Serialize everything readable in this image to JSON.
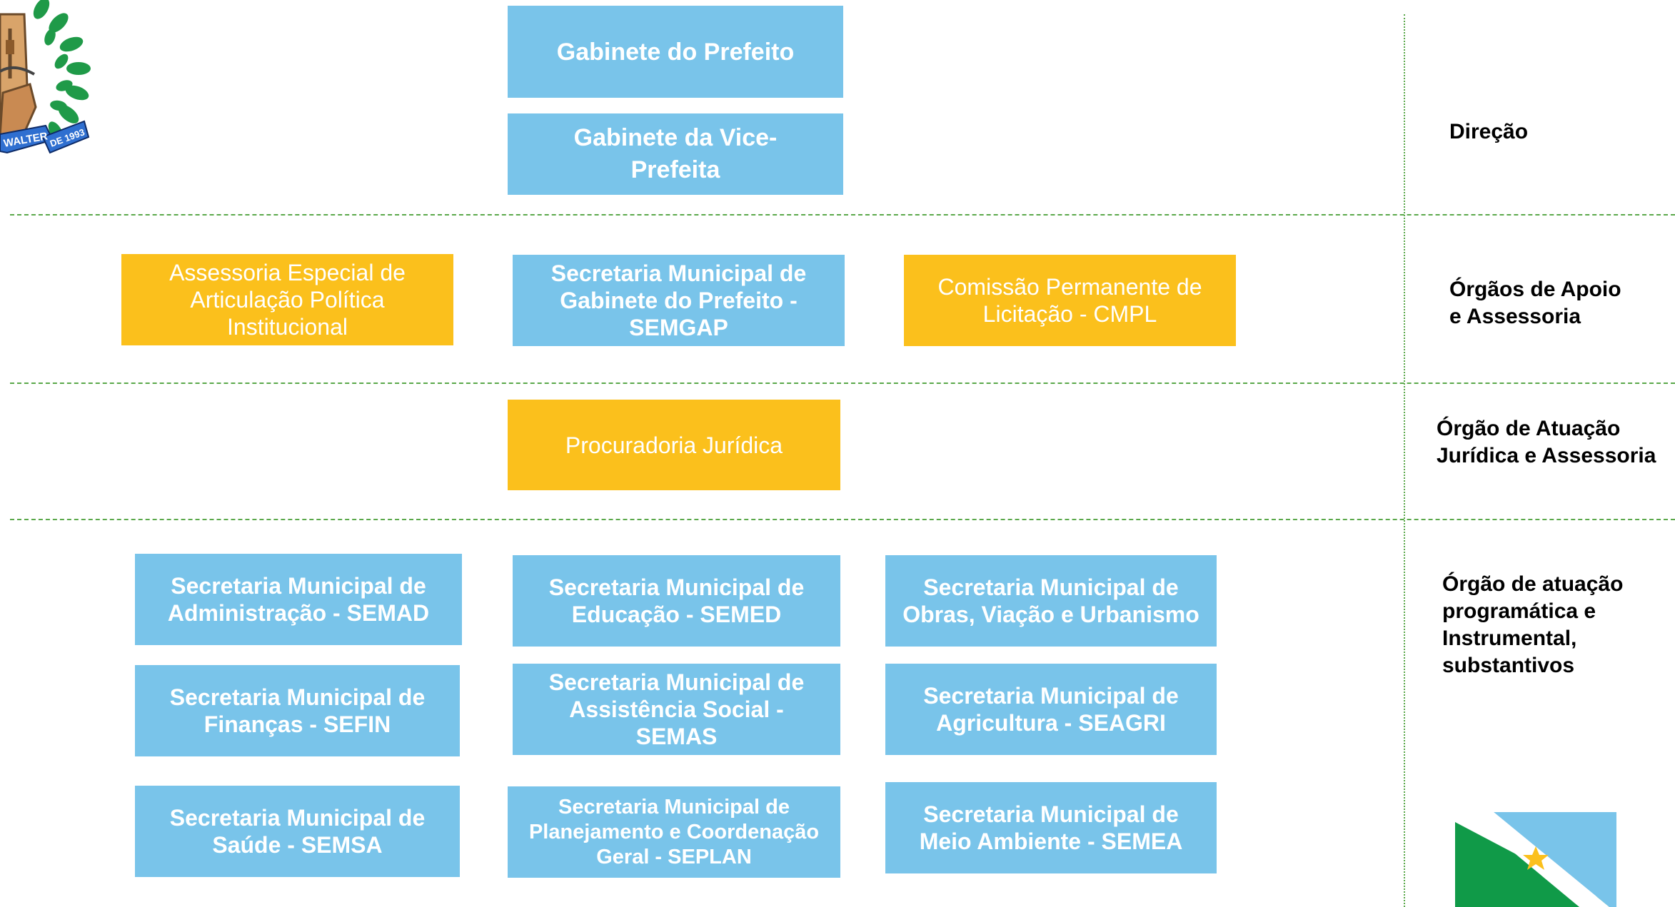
{
  "diretoria": {
    "gabinete_prefeito": "Gabinete do Prefeito",
    "gabinete_vice": "Gabinete da Vice-\nPrefeita"
  },
  "apoio": {
    "assessoria_especial": "Assessoria Especial de\nArticulação Política\nInstitucional",
    "semgap": "Secretaria Municipal de\nGabinete do Prefeito -\nSEMGAP",
    "cmpl": "Comissão Permanente de\nLicitação - CMPL"
  },
  "juridico": {
    "procuradoria": "Procuradoria Jurídica"
  },
  "secretarias": {
    "semad": "Secretaria Municipal de\nAdministração - SEMAD",
    "semed": "Secretaria Municipal de\nEducação - SEMED",
    "obras": "Secretaria Municipal de\nObras, Viação e Urbanismo",
    "sefin": "Secretaria Municipal de\nFinanças - SEFIN",
    "semas": "Secretaria Municipal de\nAssistência Social -\nSEMAS",
    "seagri": "Secretaria Municipal de\nAgricultura - SEAGRI",
    "semsa": "Secretaria Municipal de\nSaúde - SEMSA",
    "seplan": "Secretaria Municipal de\nPlanejamento e Coordenação\nGeral - SEPLAN",
    "semea": "Secretaria Municipal de\nMeio Ambiente - SEMEA"
  },
  "niveis": {
    "direcao": "Direção",
    "apoio": "Órgãos de Apoio\n e Assessoria",
    "juridico": "Órgão de Atuação\nJurídica e Assessoria",
    "programatica": "Órgão de atuação\nprogramática e\nInstrumental,\nsubstantivos"
  },
  "seal": {
    "ribbon_text": "WALTER",
    "ribbon_year": "DE 1993"
  },
  "colors": {
    "blue": "#79c4ea",
    "gold": "#fbc01c",
    "flag_green": "#109a48",
    "flag_blue": "#79c4ea",
    "flag_star": "#fbc01c",
    "divider": "#5aa84a"
  }
}
